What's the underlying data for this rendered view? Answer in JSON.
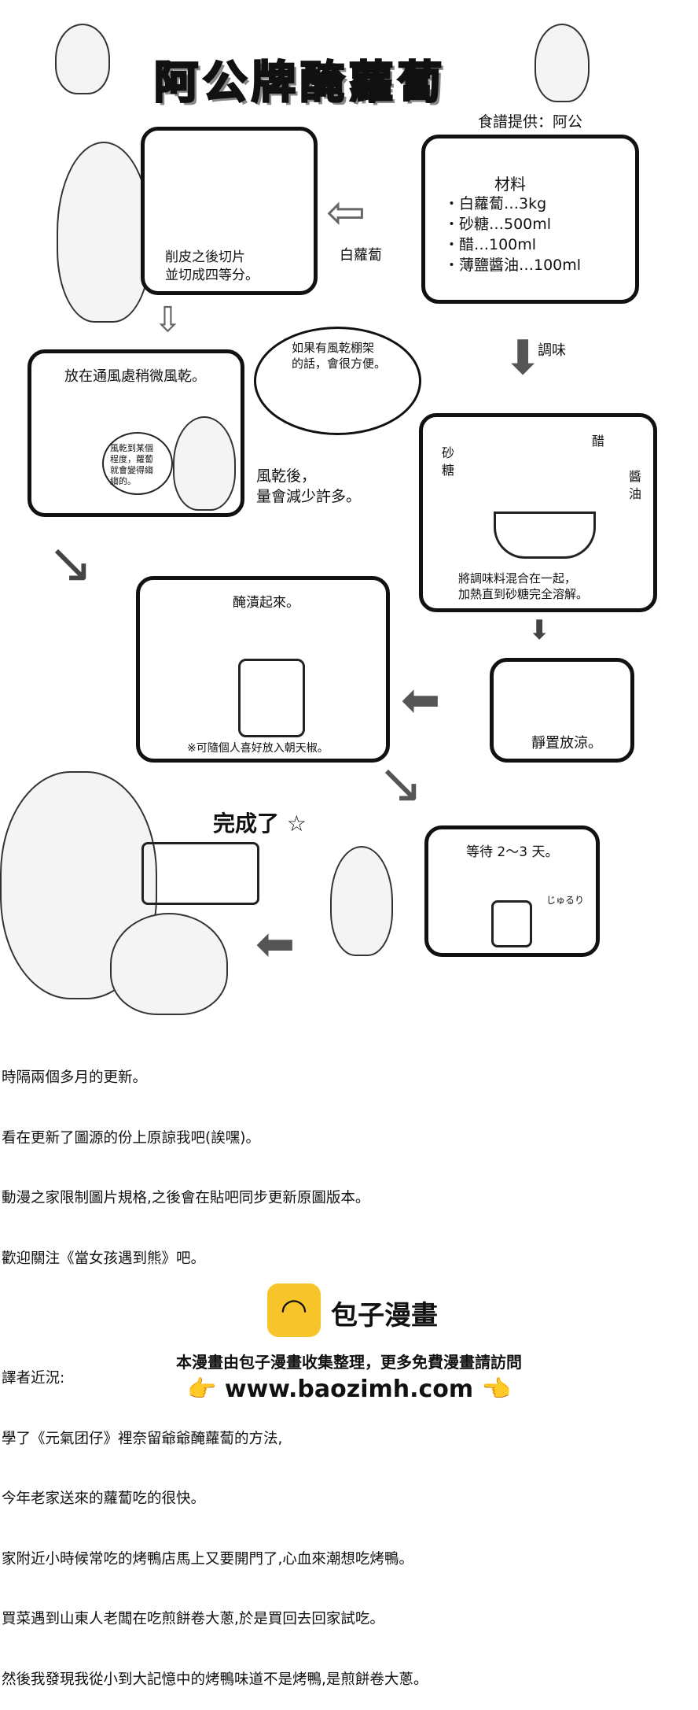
{
  "title": "阿公牌醃蘿蔔",
  "credit": "食譜提供：阿公",
  "ingredients": {
    "heading": "材料",
    "items": [
      "・白蘿蔔…3kg",
      "・砂糖…500ml",
      "・醋…100ml",
      "・薄鹽醬油…100ml"
    ]
  },
  "steps": {
    "arrow_label_radish": "白蘿蔔",
    "peel": [
      "削皮之後切片",
      "並切成四等分。"
    ],
    "season": "調味",
    "dry": "放在通風處稍微風乾。",
    "dry_bubble": [
      "風乾到某個",
      "程度，蘿蔔",
      "就會變得縐",
      "縐的。"
    ],
    "rack_bubble": [
      "如果有風乾棚架",
      "的話，會很方便。"
    ],
    "dry_after": [
      "風乾後，",
      "量會減少許多。"
    ],
    "cook_labels": {
      "sugar": "砂糖",
      "vinegar": "醋",
      "soy": "醬油"
    },
    "cook": [
      "將調味料混合在一起，",
      "加熱直到砂糖完全溶解。"
    ],
    "pickle": "醃漬起來。",
    "pickle_note": "※可隨個人喜好放入朝天椒。",
    "cool": "靜置放涼。",
    "wait": "等待 2〜3 天。",
    "sfx": "じゅるり",
    "done": "完成了 ☆"
  },
  "notes": [
    "時隔兩個多月的更新。",
    "看在更新了圖源的份上原諒我吧(誒嘿)。",
    "動漫之家限制圖片規格,之後會在貼吧同步更新原圖版本。",
    "歡迎關注《當女孩遇到熊》吧。",
    "",
    "譯者近況:",
    "學了《元氣团仔》裡奈留爺爺醃蘿蔔的方法,",
    "今年老家送來的蘿蔔吃的很快。",
    "家附近小時候常吃的烤鴨店馬上又要開門了,心血來潮想吃烤鴨。",
    "買菜遇到山東人老闆在吃煎餅卷大蔥,於是買回去回家試吃。",
    "然後我發現我從小到大記憶中的烤鴨味道不是烤鴨,是煎餅卷大蔥。"
  ],
  "footer": {
    "brand": "包子漫畫",
    "line": "本漫畫由包子漫畫收集整理，更多免費漫畫請訪問",
    "url": "www.baozimh.com",
    "logo_color": "#f7c52a"
  }
}
